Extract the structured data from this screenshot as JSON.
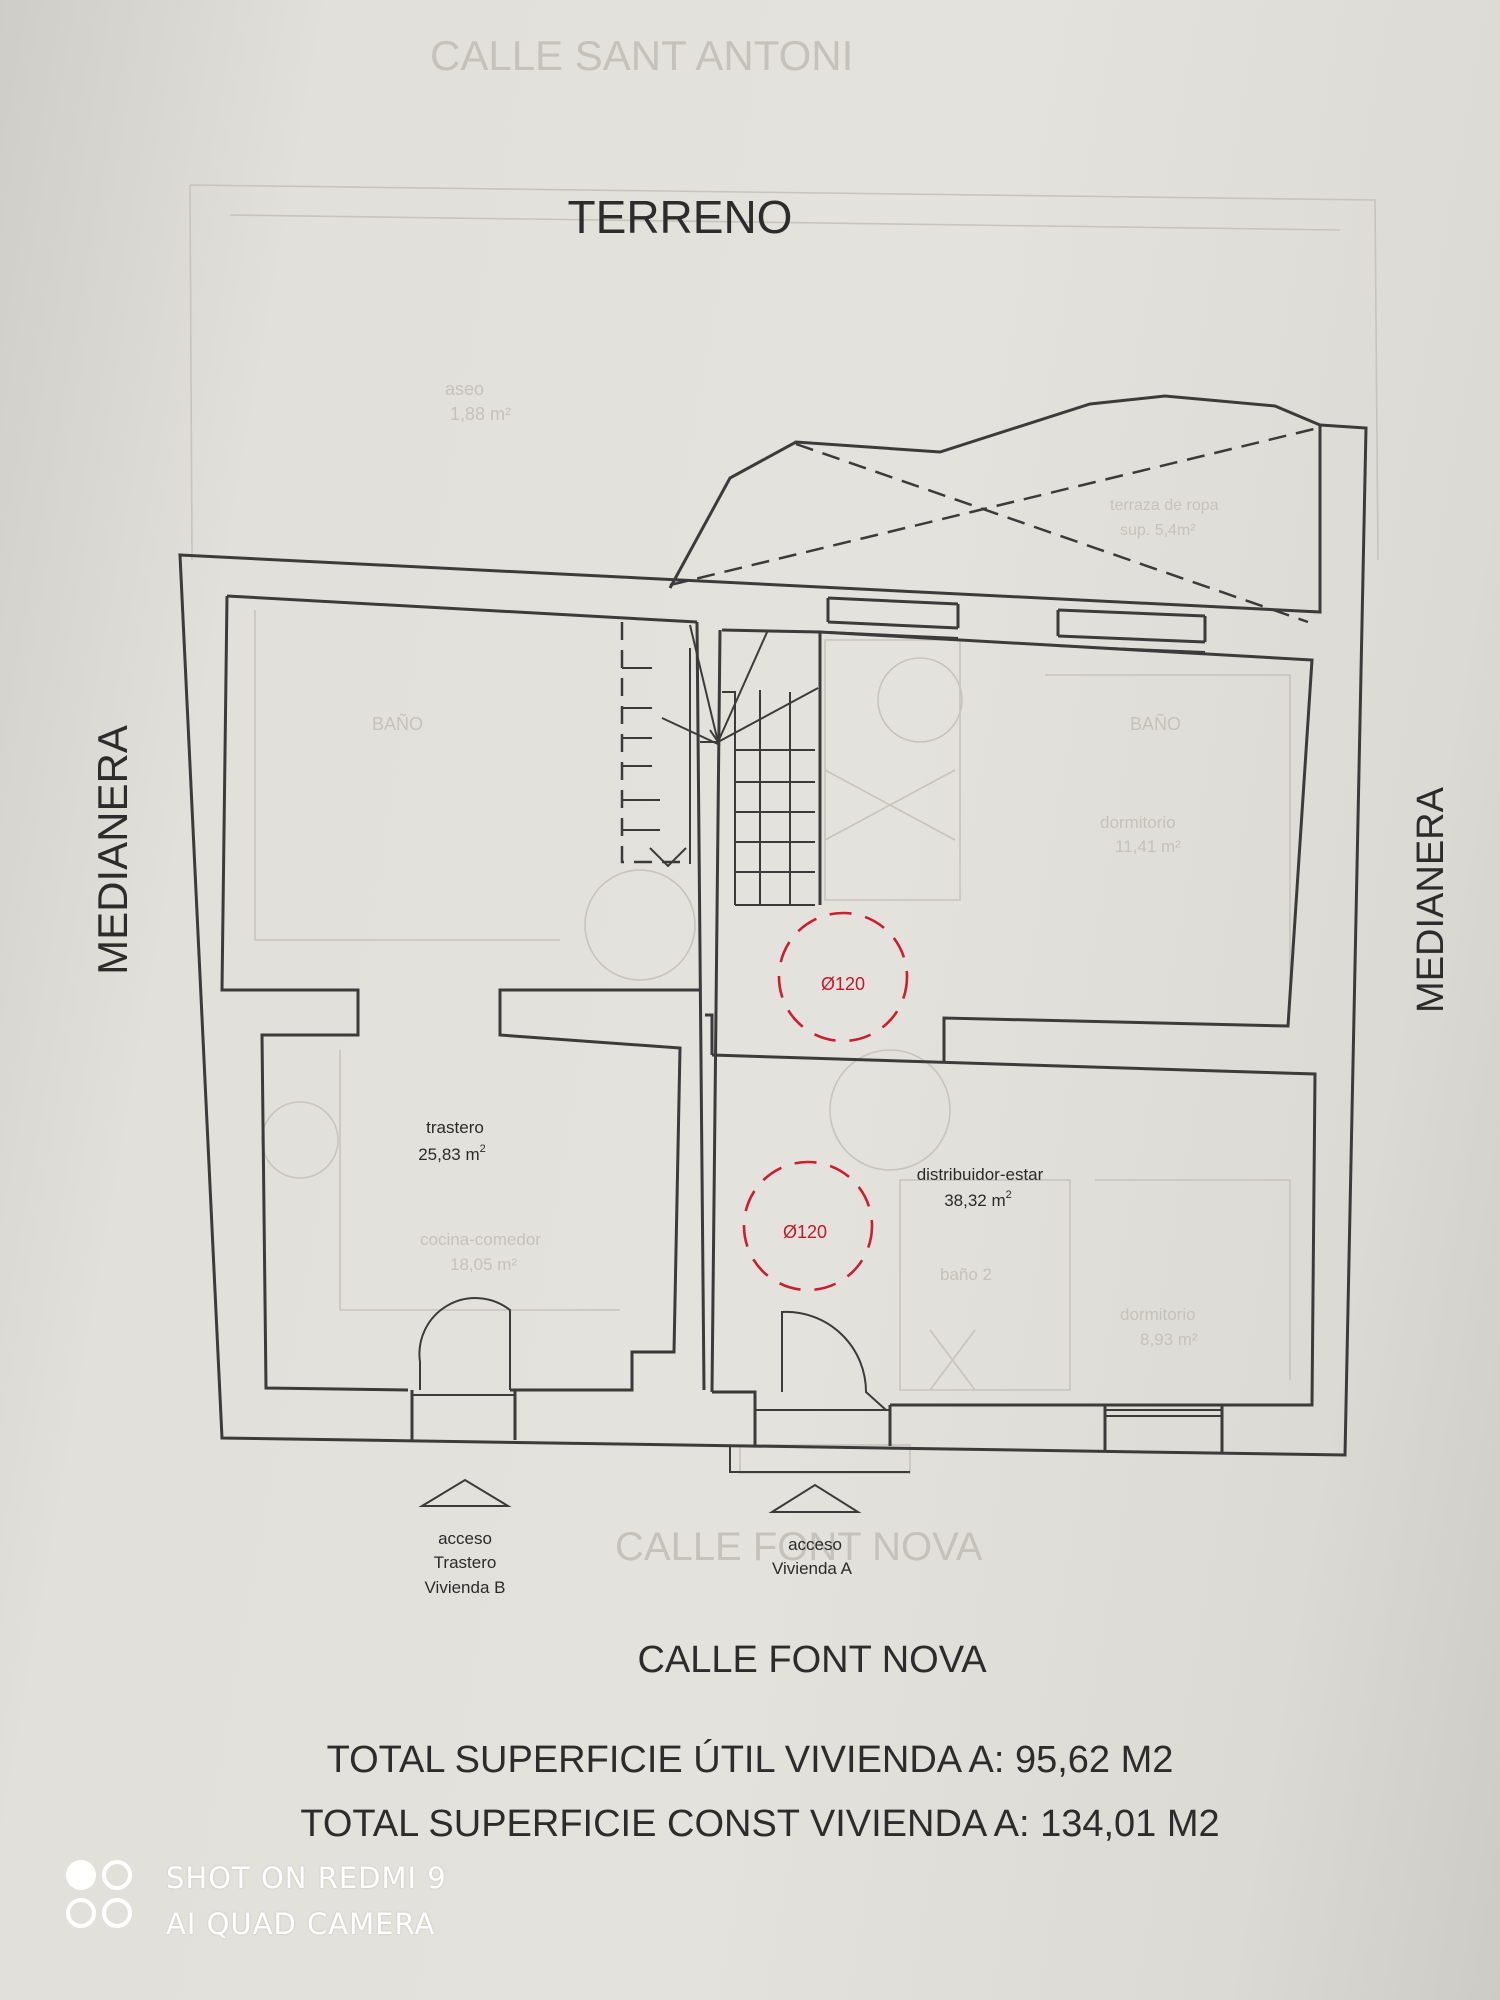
{
  "labels": {
    "top": "TERRENO",
    "left": "MEDIANERA",
    "right": "MEDIANERA",
    "bottom_street": "CALLE FONT NOVA"
  },
  "rooms": [
    {
      "name": "trastero",
      "area": "25,83 m",
      "unit_sup": "2"
    },
    {
      "name": "distribuidor-estar",
      "area": "38,32 m",
      "unit_sup": "2"
    }
  ],
  "turning_circles": [
    "Ø120",
    "Ø120"
  ],
  "accesses": [
    {
      "lines": [
        "acceso",
        "Trastero",
        "Vivienda B"
      ]
    },
    {
      "lines": [
        "acceso",
        "Vivienda A"
      ]
    }
  ],
  "totals": {
    "util": "TOTAL SUPERFICIE ÚTIL VIVIENDA A: 95,62 M2",
    "const": "TOTAL SUPERFICIE CONST VIVIENDA A: 134,01 M2"
  },
  "watermark": {
    "line1": "SHOT ON REDMI 9",
    "line2": "AI QUAD CAMERA"
  },
  "colors": {
    "line": "#3b3b3b",
    "accent_red": "#d21b2d",
    "paper": "#e2e0da"
  }
}
